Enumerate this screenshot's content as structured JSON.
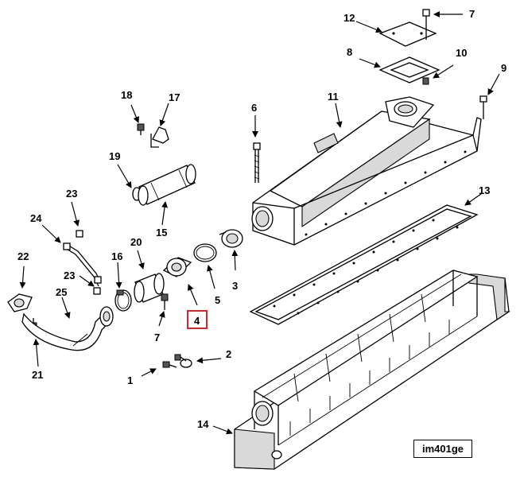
{
  "figure_id": "im401ge",
  "highlight_color": "#d62728",
  "highlighted_callout": "4",
  "callouts": {
    "c1": "1",
    "c2": "2",
    "c3": "3",
    "c4": "4",
    "c5": "5",
    "c6": "6",
    "c7a": "7",
    "c7b": "7",
    "c8": "8",
    "c9": "9",
    "c10": "10",
    "c11": "11",
    "c12": "12",
    "c13": "13",
    "c14": "14",
    "c15": "15",
    "c16": "16",
    "c17": "17",
    "c18": "18",
    "c19": "19",
    "c20": "20",
    "c21": "21",
    "c22": "22",
    "c23a": "23",
    "c23b": "23",
    "c24": "24",
    "c25": "25"
  }
}
